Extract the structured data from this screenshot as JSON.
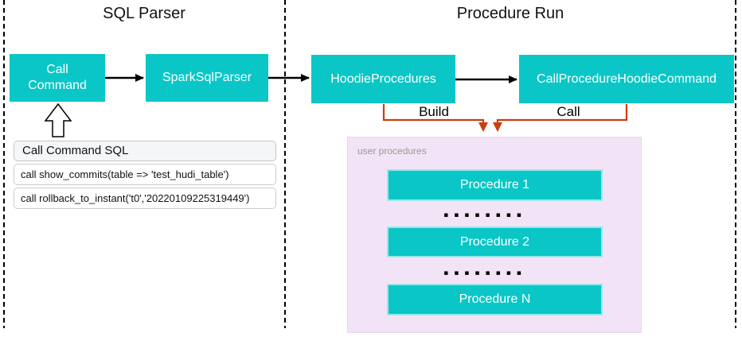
{
  "titles": {
    "sql_parser": "SQL Parser",
    "procedure_run": "Procedure Run"
  },
  "nodes": {
    "call_command": "Call\nCommand",
    "spark_sql_parser": "SparkSqlParser",
    "hoodie_procedures": "HoodieProcedures",
    "call_procedure_hoodie_command": "CallProcedureHoodieCommand"
  },
  "edges": {
    "build_label": "Build",
    "call_label": "Call"
  },
  "user_procedures": {
    "group_label": "user procedures",
    "items": [
      "Procedure 1",
      "Procedure 2",
      "Procedure N"
    ],
    "dots": "▪▪▪▪▪▪▪▪"
  },
  "sql_examples": {
    "header": "Call Command SQL",
    "rows": [
      "call show_commits(table => 'test_hudi_table')",
      "call rollback_to_instant('t0','20220109225319449')"
    ]
  },
  "colors": {
    "node_fill": "#0bc6c6",
    "connector_orange": "#cc3e0c",
    "arrow_black": "#000000",
    "group_fill": "#f2e4f6",
    "group_label_text": "#999999"
  }
}
